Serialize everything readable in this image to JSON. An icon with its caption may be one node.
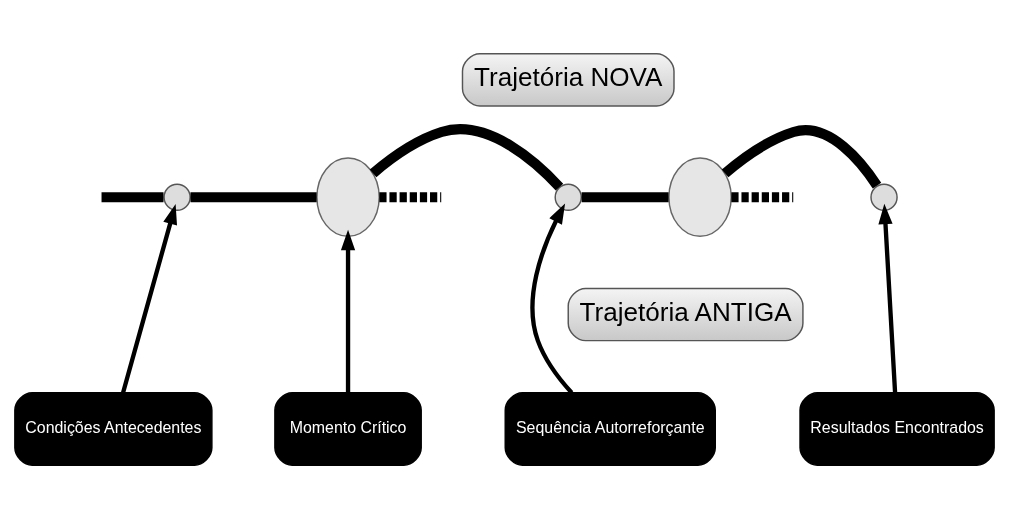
{
  "diagram": {
    "nodes": [
      {
        "text": [
          "Trajetória NOVA"
        ]
      },
      {
        "text": [],
        "shape": "circle"
      },
      {
        "text": [],
        "shape": "cloud"
      },
      {
        "text": [],
        "shape": "circle"
      },
      {
        "text": [],
        "shape": "cloud"
      },
      {
        "text": [],
        "shape": "circle"
      },
      {
        "text": [
          "Trajetória ANTIGA"
        ]
      },
      {
        "text": [
          "Condições Antecedentes"
        ]
      },
      {
        "text": [
          "Momento Crítico"
        ]
      },
      {
        "text": [
          "Sequência Autorreforçante"
        ]
      },
      {
        "text": [
          "Resultados Encontrados"
        ]
      }
    ],
    "edges": [
      {
        "from": null,
        "to": 1,
        "arrow": "none"
      },
      {
        "from": 1,
        "to": 2,
        "arrow": "none"
      },
      {
        "from": 2,
        "to": 3,
        "arrow": "none"
      },
      {
        "from": 3,
        "to": 4,
        "arrow": "none"
      },
      {
        "from": 4,
        "to": 5,
        "arrow": "none"
      },
      {
        "from": 2,
        "to": null,
        "arrow": "none",
        "style": "dashed"
      },
      {
        "from": 4,
        "to": null,
        "arrow": "none",
        "style": "dashed"
      },
      {
        "from": 7,
        "to": 1,
        "arrow": "to"
      },
      {
        "from": 8,
        "to": 2,
        "arrow": "to"
      },
      {
        "from": 9,
        "to": 3,
        "arrow": "to"
      },
      {
        "from": 10,
        "to": 5,
        "arrow": "to"
      }
    ]
  }
}
